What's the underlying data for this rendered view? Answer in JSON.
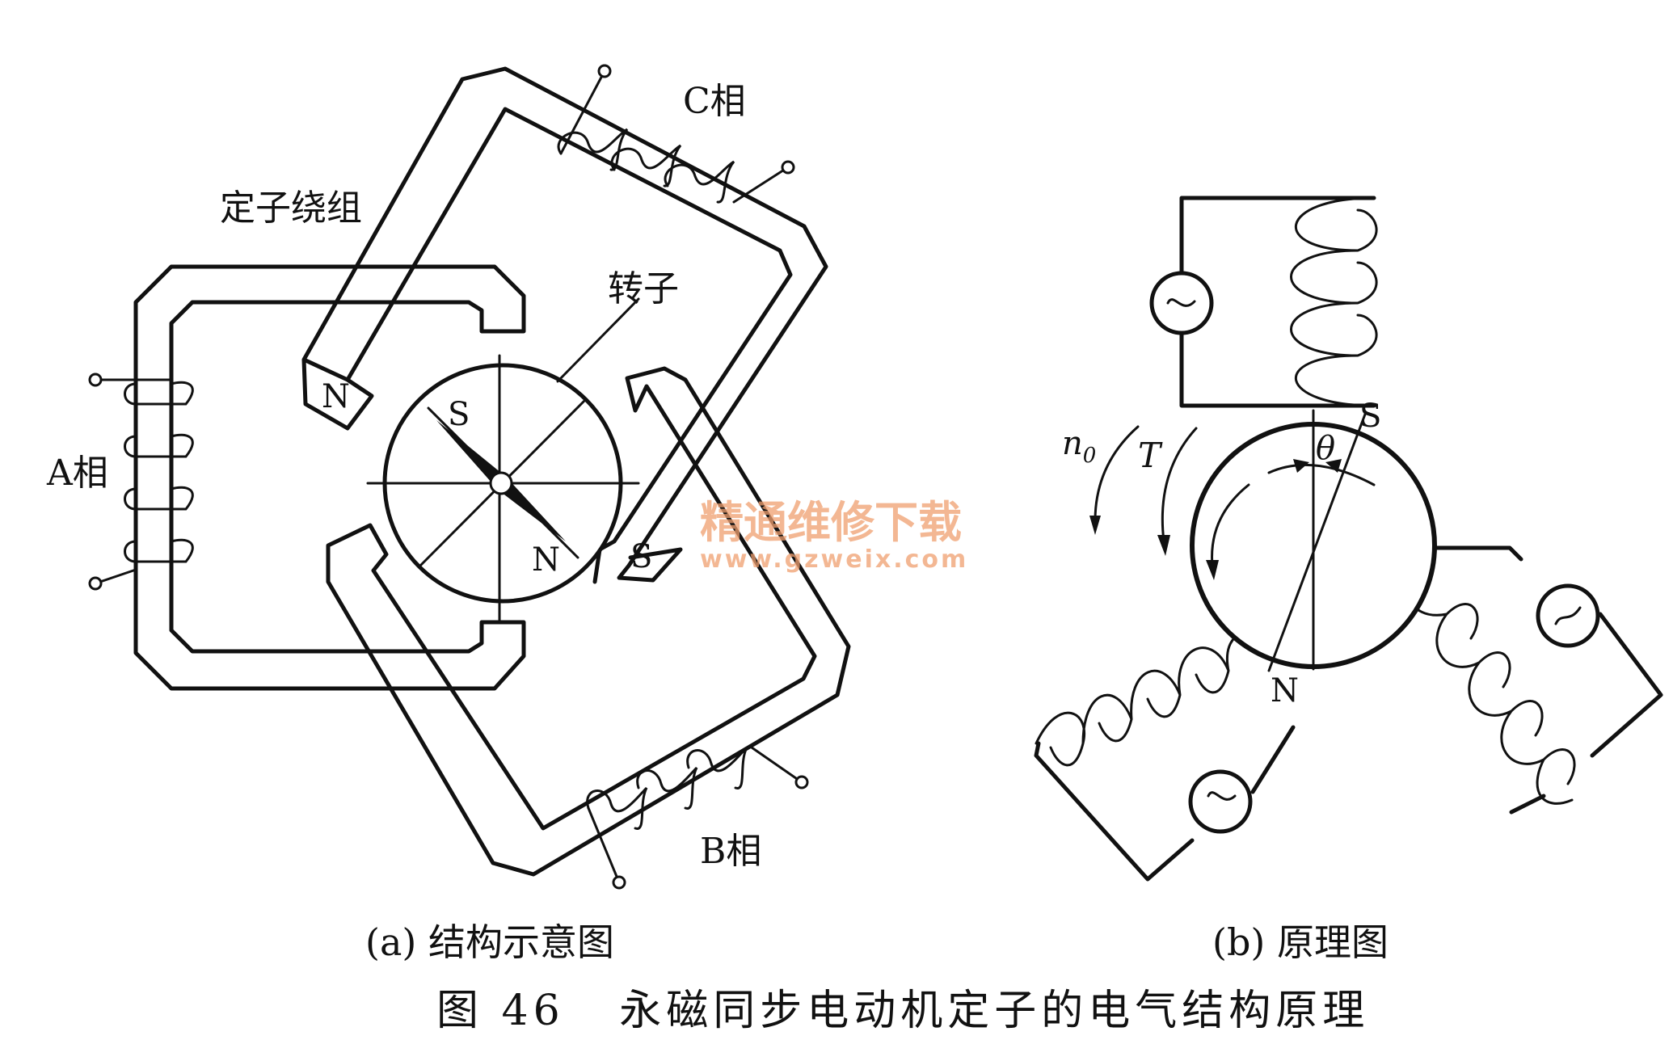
{
  "diagram_a": {
    "label_c_phase": "C相",
    "label_a_phase": "A相",
    "label_b_phase": "B相",
    "label_stator_winding": "定子绕组",
    "label_rotor": "转子",
    "pole_n": "N",
    "pole_s": "S",
    "rotor_s": "S",
    "rotor_n": "N",
    "caption": "(a) 结构示意图"
  },
  "diagram_b": {
    "label_n0": "n",
    "label_n0_sub": "0",
    "label_torque": "T",
    "label_theta": "θ",
    "label_s": "S",
    "label_n": "N",
    "caption": "(b) 原理图"
  },
  "watermark": {
    "line1": "精通维修下载",
    "line2": "www.gzweix.com",
    "color": "#f0a070"
  },
  "figure_caption": "图 46   永磁同步电动机定子的电气结构原理"
}
